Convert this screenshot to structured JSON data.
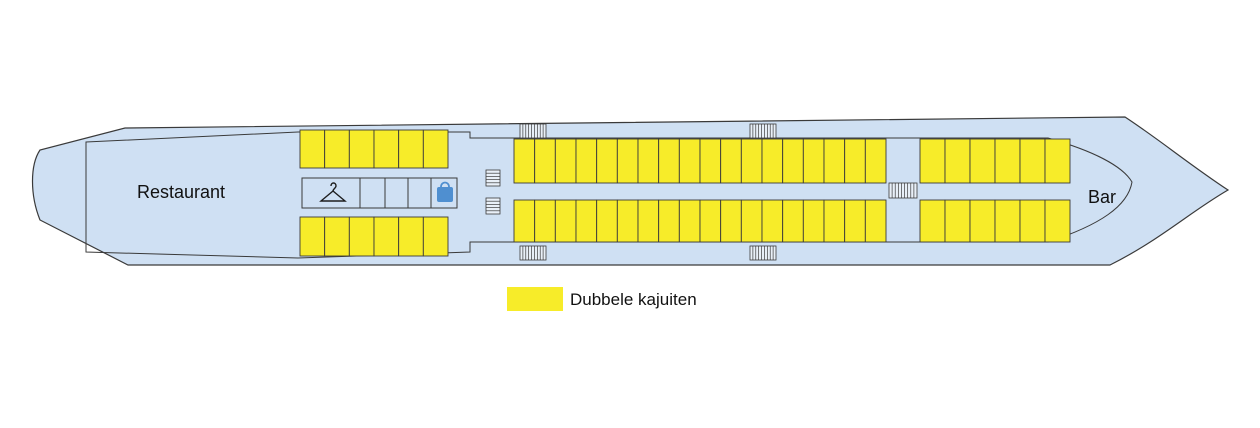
{
  "labels": {
    "restaurant": "Restaurant",
    "bar": "Bar"
  },
  "legend": {
    "label": "Dubbele kajuiten"
  },
  "colors": {
    "hull_fill": "#cfe0f3",
    "outline": "#3a3a3a",
    "cabin": "#f7ec29",
    "bag_icon": "#4f8fd0"
  },
  "icons": [
    "hanger-icon",
    "shopping-bag-icon",
    "stairs-icon"
  ],
  "cabin_blocks": [
    {
      "id": "left-upper",
      "count": 6
    },
    {
      "id": "left-lower",
      "count": 6
    },
    {
      "id": "mid-upper",
      "count": 18
    },
    {
      "id": "mid-lower",
      "count": 18
    },
    {
      "id": "right-upper",
      "count": 6
    },
    {
      "id": "right-lower",
      "count": 6
    }
  ]
}
